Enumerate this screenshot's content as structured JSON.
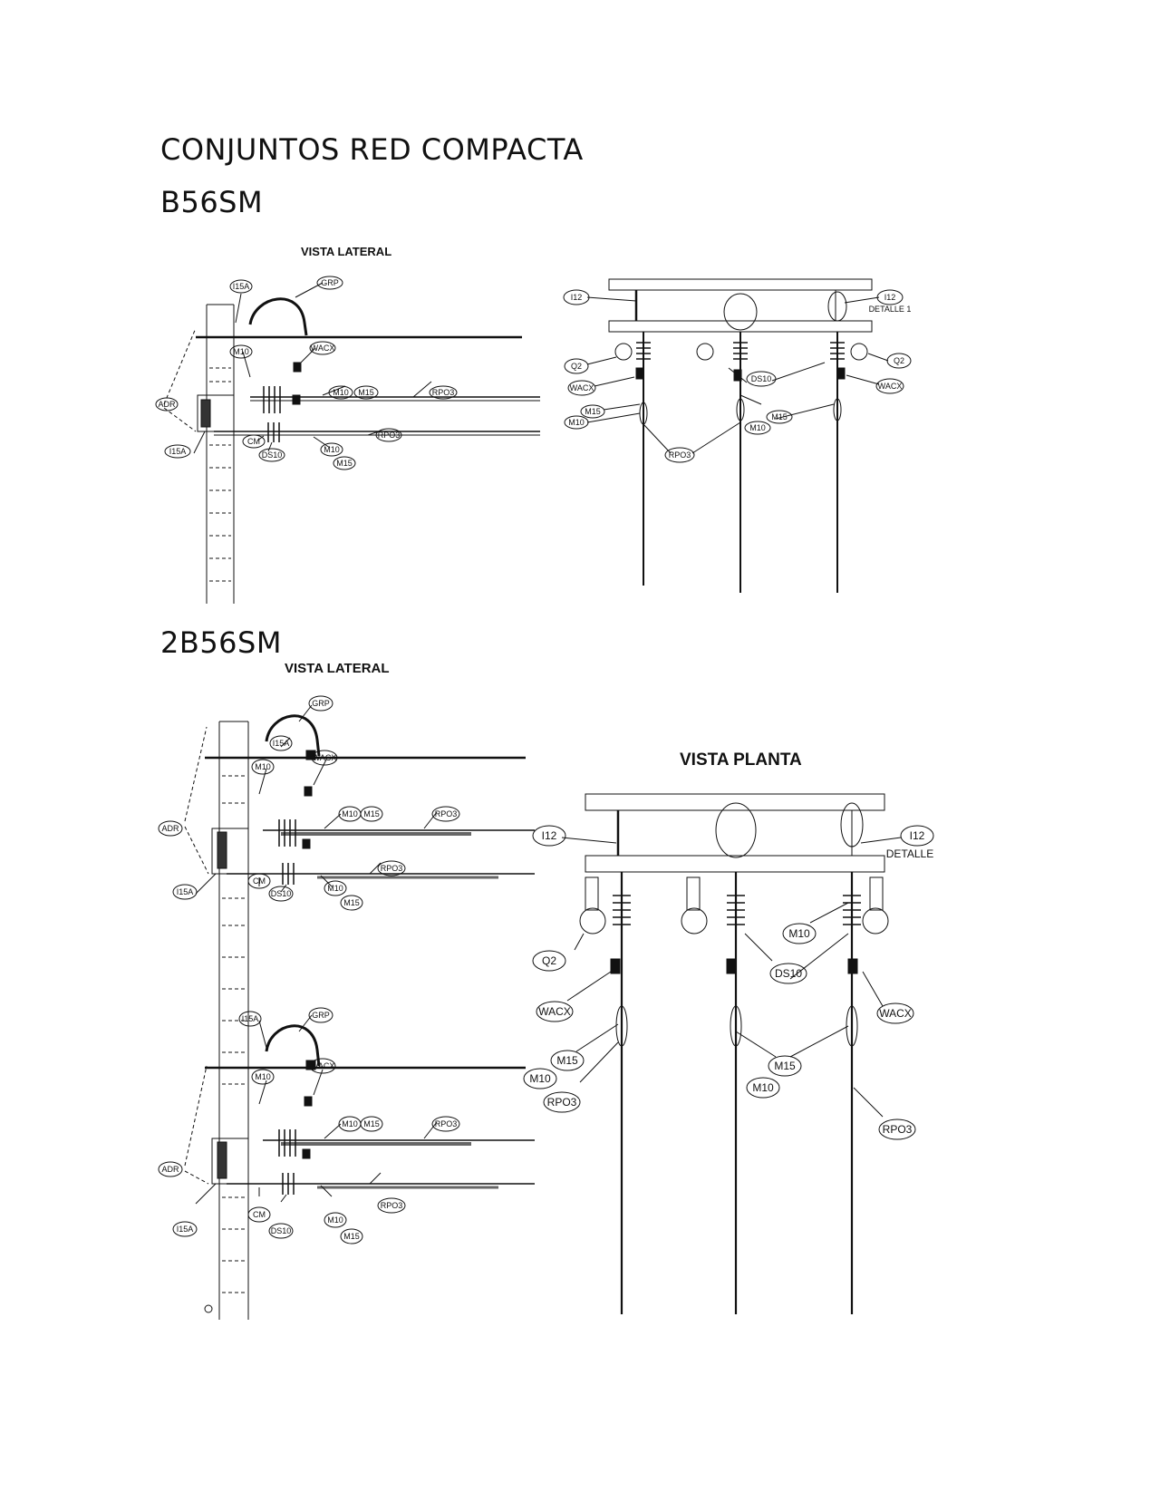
{
  "document": {
    "title": "CONJUNTOS RED COMPACTA",
    "sections": [
      {
        "code": "B56SM",
        "side_view": {
          "title": "VISTA LATERAL",
          "labels": [
            "I15A",
            "GRP",
            "WACX",
            "M10",
            "M10",
            "M15",
            "RPO3",
            "CM",
            "DS10",
            "RPO3",
            "M10",
            "M15",
            "I15A",
            "ADR"
          ]
        },
        "plan_view": {
          "labels": [
            "I12",
            "I12",
            "DETALLE 1",
            "Q2",
            "WACX",
            "M15",
            "M10",
            "RPO3",
            "DS10",
            "M15",
            "M10",
            "Q2",
            "WACX"
          ]
        }
      },
      {
        "code": "2B56SM",
        "side_view": {
          "title": "VISTA LATERAL",
          "labels_upper": [
            "GRP",
            "I15A",
            "M10",
            "WACX",
            "M10",
            "M15",
            "RPO3",
            "ADR",
            "I15A",
            "CM",
            "DS10",
            "RPO3",
            "M10",
            "M15"
          ],
          "labels_lower": [
            "I15A",
            "GRP",
            "M10",
            "WACX",
            "M10",
            "M15",
            "RPO3",
            "ADR",
            "I15A",
            "CM",
            "DS10",
            "RPO3",
            "M10",
            "M15"
          ]
        },
        "plan_view": {
          "title": "VISTA PLANTA",
          "labels": [
            "I12",
            "I12",
            "DETALLE",
            "M10",
            "Q2",
            "DS10",
            "WACX",
            "WACX",
            "M15",
            "M10",
            "RPO3",
            "M15",
            "M10",
            "RPO3"
          ]
        }
      }
    ]
  }
}
